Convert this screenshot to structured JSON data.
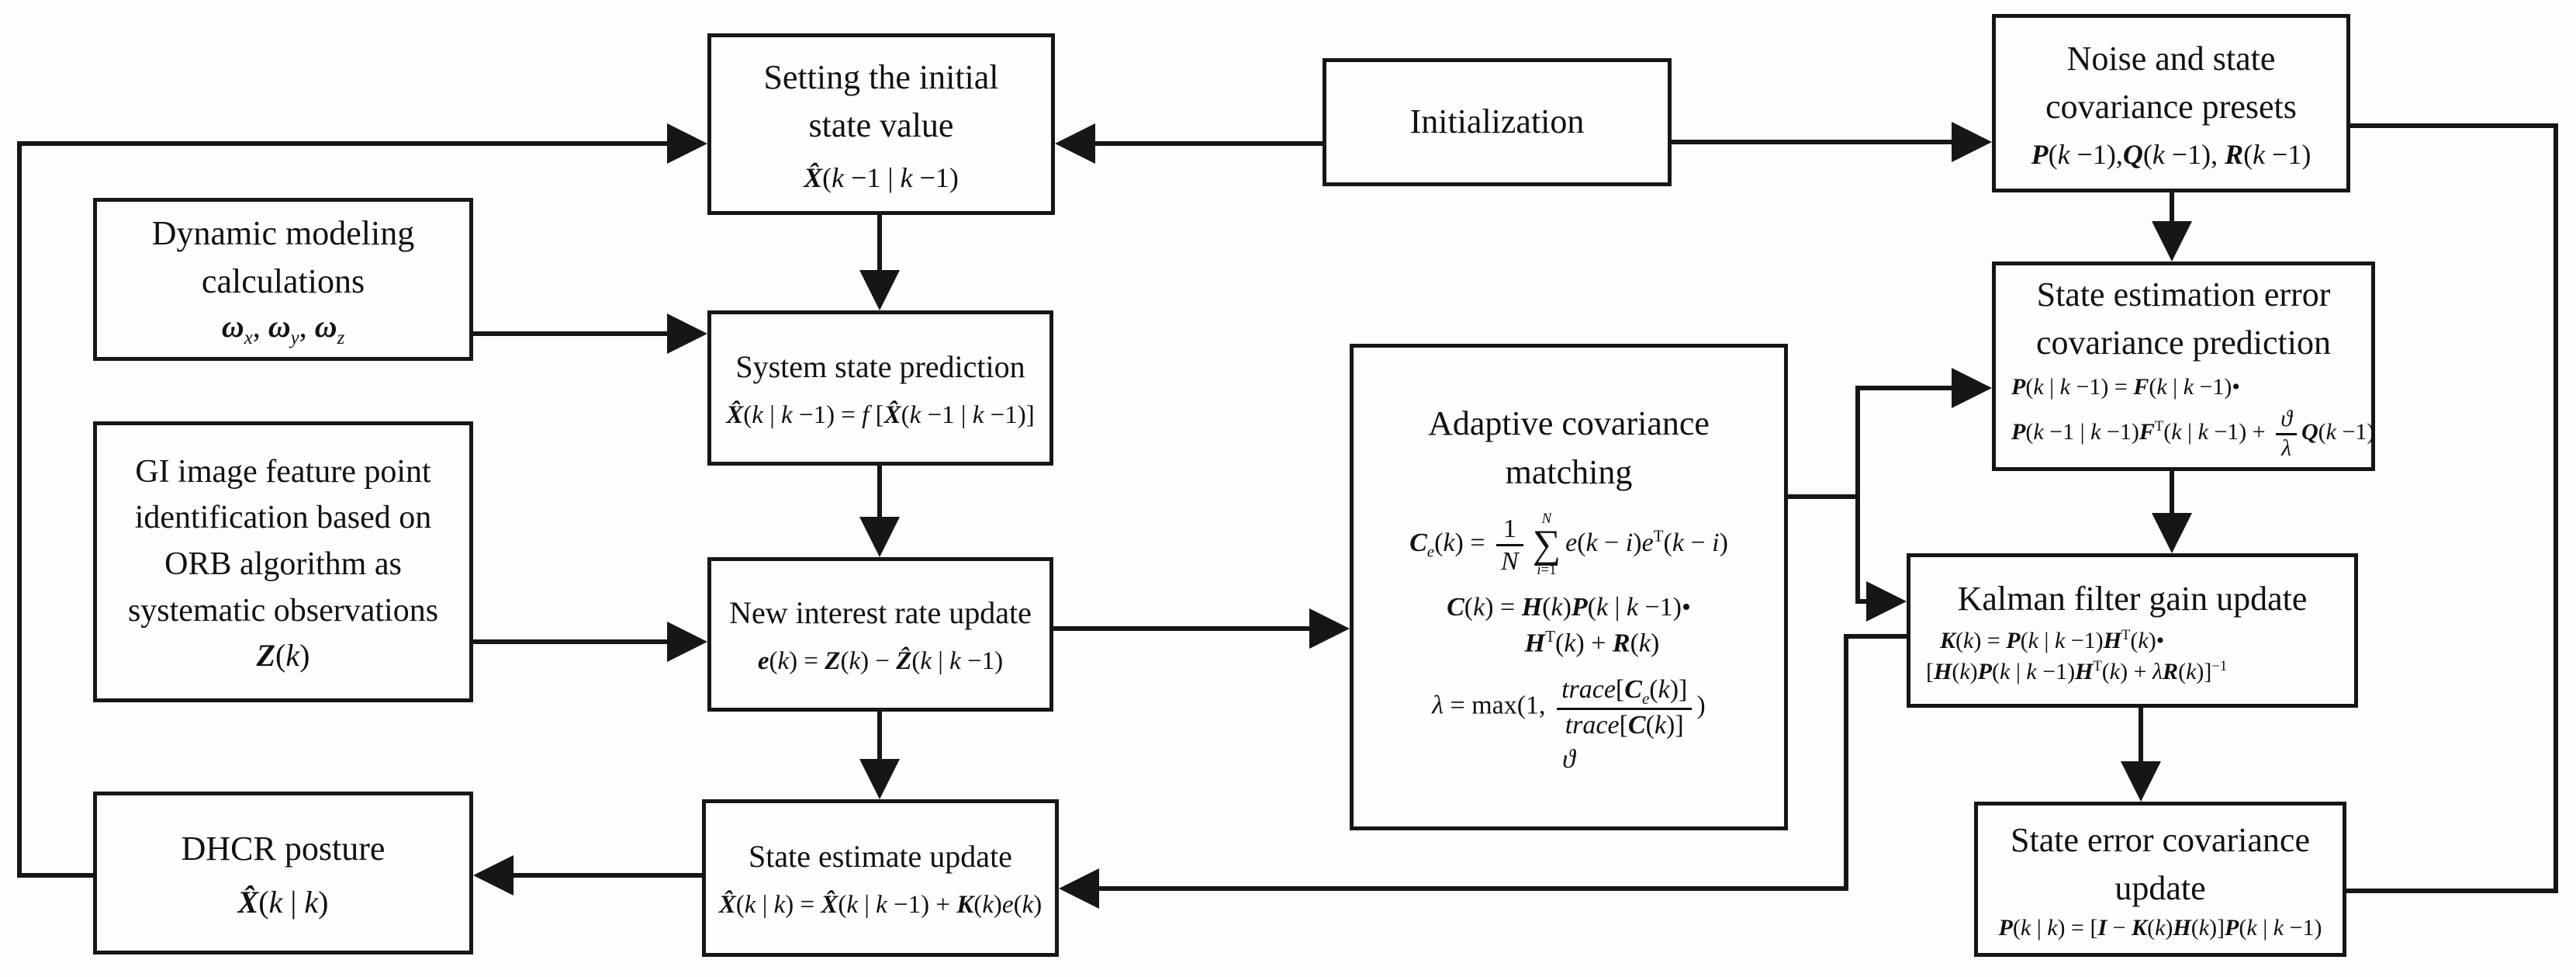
{
  "diagram": {
    "type": "flowchart",
    "subject": "Adaptive Kalman filter algorithm for DHCR posture estimation",
    "line_color": "#161616",
    "background": "#fdfdfd",
    "boxes": {
      "setting_initial": {
        "lines": [
          "Setting the initial",
          "state value"
        ],
        "formula": "<b><i>X&#770;</i></b>(<i>k</i> &#8722;1 | <i>k</i> &#8722;1)"
      },
      "initialization": {
        "label": "Initialization"
      },
      "noise_presets": {
        "lines": [
          "Noise and state",
          "covariance presets"
        ],
        "formula": "<b><i>P</i></b>(<i>k</i> &#8722;1),<b><i>Q</i></b>(<i>k</i> &#8722;1), <b><i>R</i></b>(<i>k</i> &#8722;1)"
      },
      "dynamic_modeling": {
        "lines": [
          "Dynamic modeling",
          "calculations"
        ],
        "formula": "<b><i>&#969;</i></b><sub><i>x</i></sub>, <b><i>&#969;</i></b><sub><i>y</i></sub>, <b><i>&#969;</i></b><sub><i>z</i></sub>"
      },
      "system_state_prediction": {
        "lines": [
          "System state prediction"
        ],
        "formula": "<b><i>X&#770;</i></b>(<i>k</i> | <i>k</i> &#8722;1) = <i>f</i> [<b><i>X&#770;</i></b>(<i>k</i> &#8722;1 | <i>k</i> &#8722;1)]"
      },
      "gi_observations": {
        "lines": [
          "GI image feature point",
          "identification based on",
          "ORB algorithm as",
          "systematic observations"
        ],
        "formula": "<b><i>Z</i></b>(<i>k</i>)"
      },
      "innovation_update": {
        "lines": [
          "New interest rate update"
        ],
        "formula": "<b><i>e</i></b>(<i>k</i>) = <b><i>Z</i></b>(<i>k</i>) &#8722; <b><i>Z&#770;</i></b>(<i>k</i> | <i>k</i> &#8722;1)"
      },
      "adaptive_matching": {
        "lines": [
          "Adaptive covariance",
          "matching"
        ],
        "formula1": "<b><i>C</i></b><sub><i>e</i></sub>(<i>k</i>) = <span class='frac'><span class='num'>1</span><span class='den'><i>N</i></span></span><span class='sum'><span class='lim'><i>N</i></span><span class='sig'>&#8721;</span><span class='lim'><i>i</i>=1</span></span><i>e</i>(<i>k</i> &#8722; <i>i</i>)<i>e</i><sup>T</sup>(<i>k</i> &#8722; <i>i</i>)",
        "formula2a": "<b><i>C</i></b>(<i>k</i>) = <b><i>H</i></b>(<i>k</i>)<b><i>P</i></b>(<i>k</i> | <i>k</i> &#8722;1)&#8226;",
        "formula2b": "<b><i>H</i></b><sup>T</sup>(<i>k</i>) + <b><i>R</i></b>(<i>k</i>)",
        "formula3": "<i>&#955;</i> = max(1, <span class='frac'><span class='num'><i>trace</i>[<b><i>C</i></b><sub><i>e</i></sub>(<i>k</i>)]</span><span class='den'><i>trace</i>[<b><i>C</i></b>(<i>k</i>)]</span></span>)",
        "formula4": "<i>&#977;</i>"
      },
      "covariance_prediction": {
        "lines": [
          "State estimation error",
          "covariance prediction"
        ],
        "formula1": "<b><i>P</i></b>(<i>k</i> | <i>k</i> &#8722;1) = <b><i>F</i></b>(<i>k</i> | <i>k</i> &#8722;1)&#8226;",
        "formula2": "<b><i>P</i></b>(<i>k</i> &#8722;1 | <i>k</i> &#8722;1)<b><i>F</i></b><sup>T</sup>(<i>k</i> | <i>k</i> &#8722;1) + <span class='frac'><span class='num'><i>&#977;</i></span><span class='den'><i>&#955;</i></span></span><b><i>Q</i></b>(<i>k</i> &#8722;1)"
      },
      "kalman_gain": {
        "lines": [
          "Kalman filter gain update"
        ],
        "formula1": "<b><i>K</i></b>(<i>k</i>) = <b><i>P</i></b>(<i>k</i> | <i>k</i> &#8722;1)<b><i>H</i></b><sup>T</sup>(<i>k</i>)&#8226;",
        "formula2": "[<b><i>H</i></b>(<i>k</i>)<b><i>P</i></b>(<i>k</i> | <i>k</i> &#8722;1)<b><i>H</i></b><sup>T</sup>(<i>k</i>) + <i>&#955;</i><b><i>R</i></b>(<i>k</i>)]<sup>&#8722;1</sup>"
      },
      "state_error_covariance_update": {
        "lines": [
          "State error covariance",
          "update"
        ],
        "formula": "<b><i>P</i></b>(<i>k</i> | <i>k</i>) = [<b><i>I</i></b> &#8722; <b><i>K</i></b>(<i>k</i>)<b><i>H</i></b>(<i>k</i>)]<b><i>P</i></b>(<i>k</i> | <i>k</i> &#8722;1)"
      },
      "state_estimate_update": {
        "lines": [
          "State estimate update"
        ],
        "formula": "<b><i>X&#770;</i></b>(<i>k</i> | <i>k</i>) = <b><i>X&#770;</i></b>(<i>k</i> | <i>k</i> &#8722;1) + <b><i>K</i></b>(<i>k</i>)<i>e</i>(<i>k</i>)"
      },
      "dhcr_posture": {
        "lines": [
          "DHCR posture"
        ],
        "formula": "<b><i>X&#770;</i></b>(<i>k</i> | <i>k</i>)"
      }
    }
  }
}
